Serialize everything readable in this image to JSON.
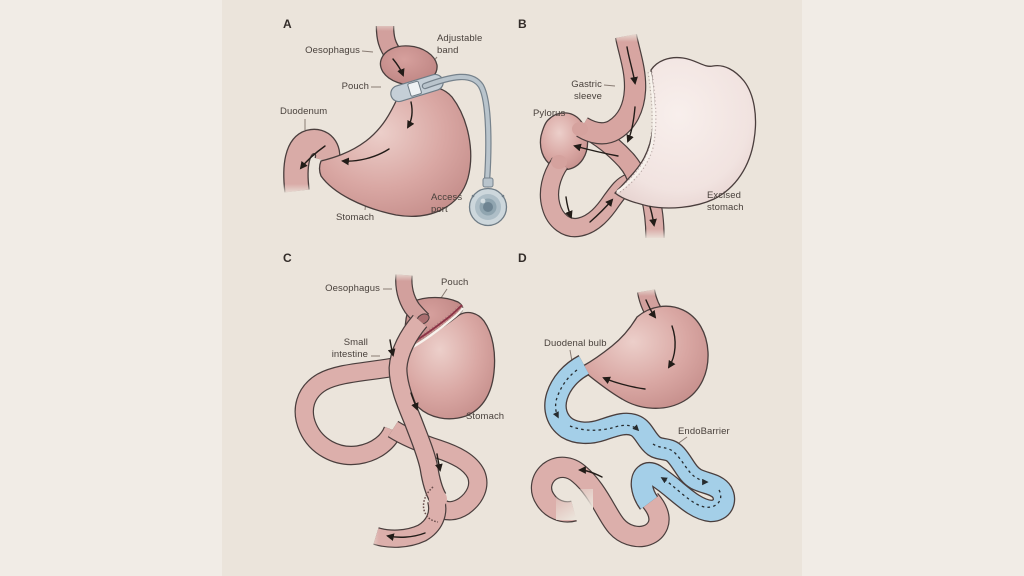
{
  "figure": {
    "panels": [
      {
        "letter": "A",
        "labels": {
          "oesophagus": "Oesophagus",
          "adjustable_band": "Adjustable band",
          "pouch": "Pouch",
          "duodenum": "Duodenum",
          "stomach": "Stomach",
          "access_port": "Access port"
        }
      },
      {
        "letter": "B",
        "labels": {
          "gastric_sleeve": "Gastric sleeve",
          "pylorus": "Pylorus",
          "excised_stomach": "Excised stomach"
        }
      },
      {
        "letter": "C",
        "labels": {
          "oesophagus": "Oesophagus",
          "pouch": "Pouch",
          "small_intestine": "Small intestine",
          "stomach": "Stomach"
        }
      },
      {
        "letter": "D",
        "labels": {
          "duodenal_bulb": "Duodenal bulb",
          "endobarrier": "EndoBarrier"
        }
      }
    ],
    "colors": {
      "page_bg": "#f1ece6",
      "figure_bg": "#ebe4db",
      "organ_pink": "#d9a7a3",
      "organ_shadow": "#c28a87",
      "organ_highlight": "#eccfca",
      "pouch_pink": "#c9908e",
      "excised_pale": "#f2e5e2",
      "endobarrier_blue": "#a4cfe8",
      "device_grey": "#c5cfd7",
      "outline": "#4a3e3d",
      "staple_red": "#8c3346",
      "arrow_black": "#221c18",
      "label_text": "#49413c"
    }
  }
}
